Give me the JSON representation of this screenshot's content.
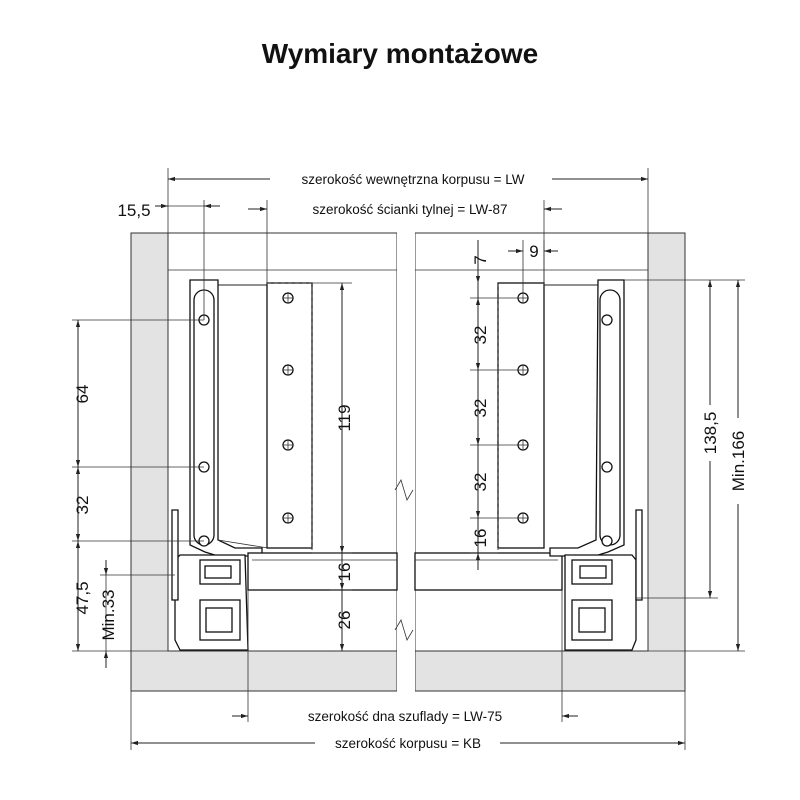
{
  "title": "Wymiary montażowe",
  "colors": {
    "cabinet_fill": "#e3e3e3",
    "line": "#222222",
    "background": "#ffffff"
  },
  "dimensions": {
    "inner_width": "szerokość wewnętrzna korpusu = LW",
    "back_panel_width": "szerokość ścianki tylnej = LW-87",
    "bottom_width": "szerokość dna szuflady = LW-75",
    "cabinet_width": "szerokość korpusu = KB",
    "side_offset": "15,5",
    "left_64": "64",
    "left_32": "32",
    "left_47_5": "47,5",
    "left_min33": "Min.33",
    "mid_119": "119",
    "mid_16": "16",
    "mid_26": "26",
    "right_7": "7",
    "right_9": "9",
    "right_32a": "32",
    "right_32b": "32",
    "right_32c": "32",
    "right_16": "16",
    "right_138_5": "138,5",
    "right_min166": "Min.166"
  }
}
